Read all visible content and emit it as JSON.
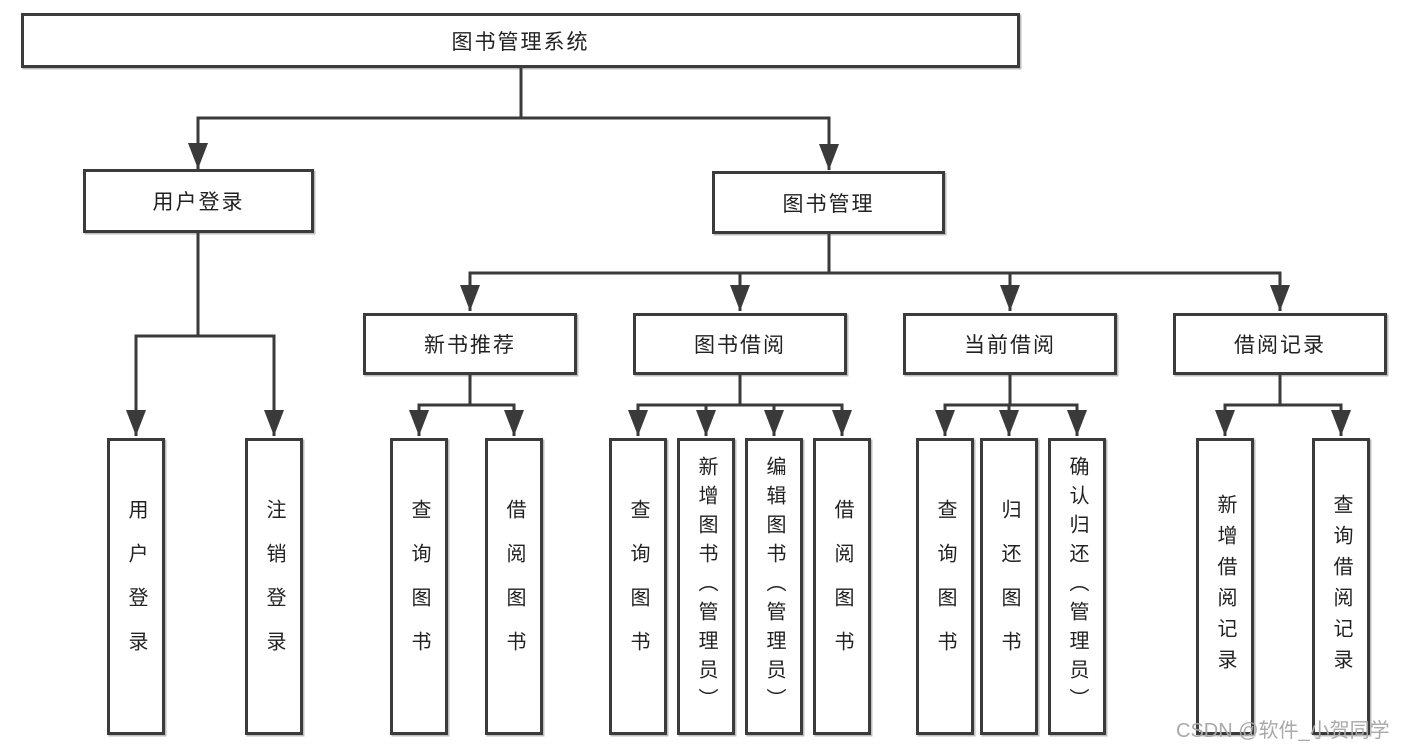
{
  "tree": {
    "root": {
      "label": "图书管理系统"
    },
    "branches": [
      {
        "label": "用户登录",
        "children": [
          {
            "label": "用户登录"
          },
          {
            "label": "注销登录"
          }
        ]
      },
      {
        "label": "图书管理",
        "groups": [
          {
            "label": "新书推荐",
            "children": [
              {
                "label": "查询图书"
              },
              {
                "label": "借阅图书"
              }
            ]
          },
          {
            "label": "图书借阅",
            "children": [
              {
                "label": "查询图书"
              },
              {
                "label": "新增图书（管理员）"
              },
              {
                "label": "编辑图书（管理员）"
              },
              {
                "label": "借阅图书"
              }
            ]
          },
          {
            "label": "当前借阅",
            "children": [
              {
                "label": "查询图书"
              },
              {
                "label": "归还图书"
              },
              {
                "label": "确认归还（管理员）"
              }
            ]
          },
          {
            "label": "借阅记录",
            "children": [
              {
                "label": "新增借阅记录"
              },
              {
                "label": "查询借阅记录"
              }
            ]
          }
        ]
      }
    ]
  },
  "watermark": {
    "text": "CSDN @软件_小贺同学"
  },
  "colors": {
    "line": "#3a3a3a",
    "text": "#222222",
    "watermark": "#a9a9a9",
    "background": "#ffffff"
  }
}
